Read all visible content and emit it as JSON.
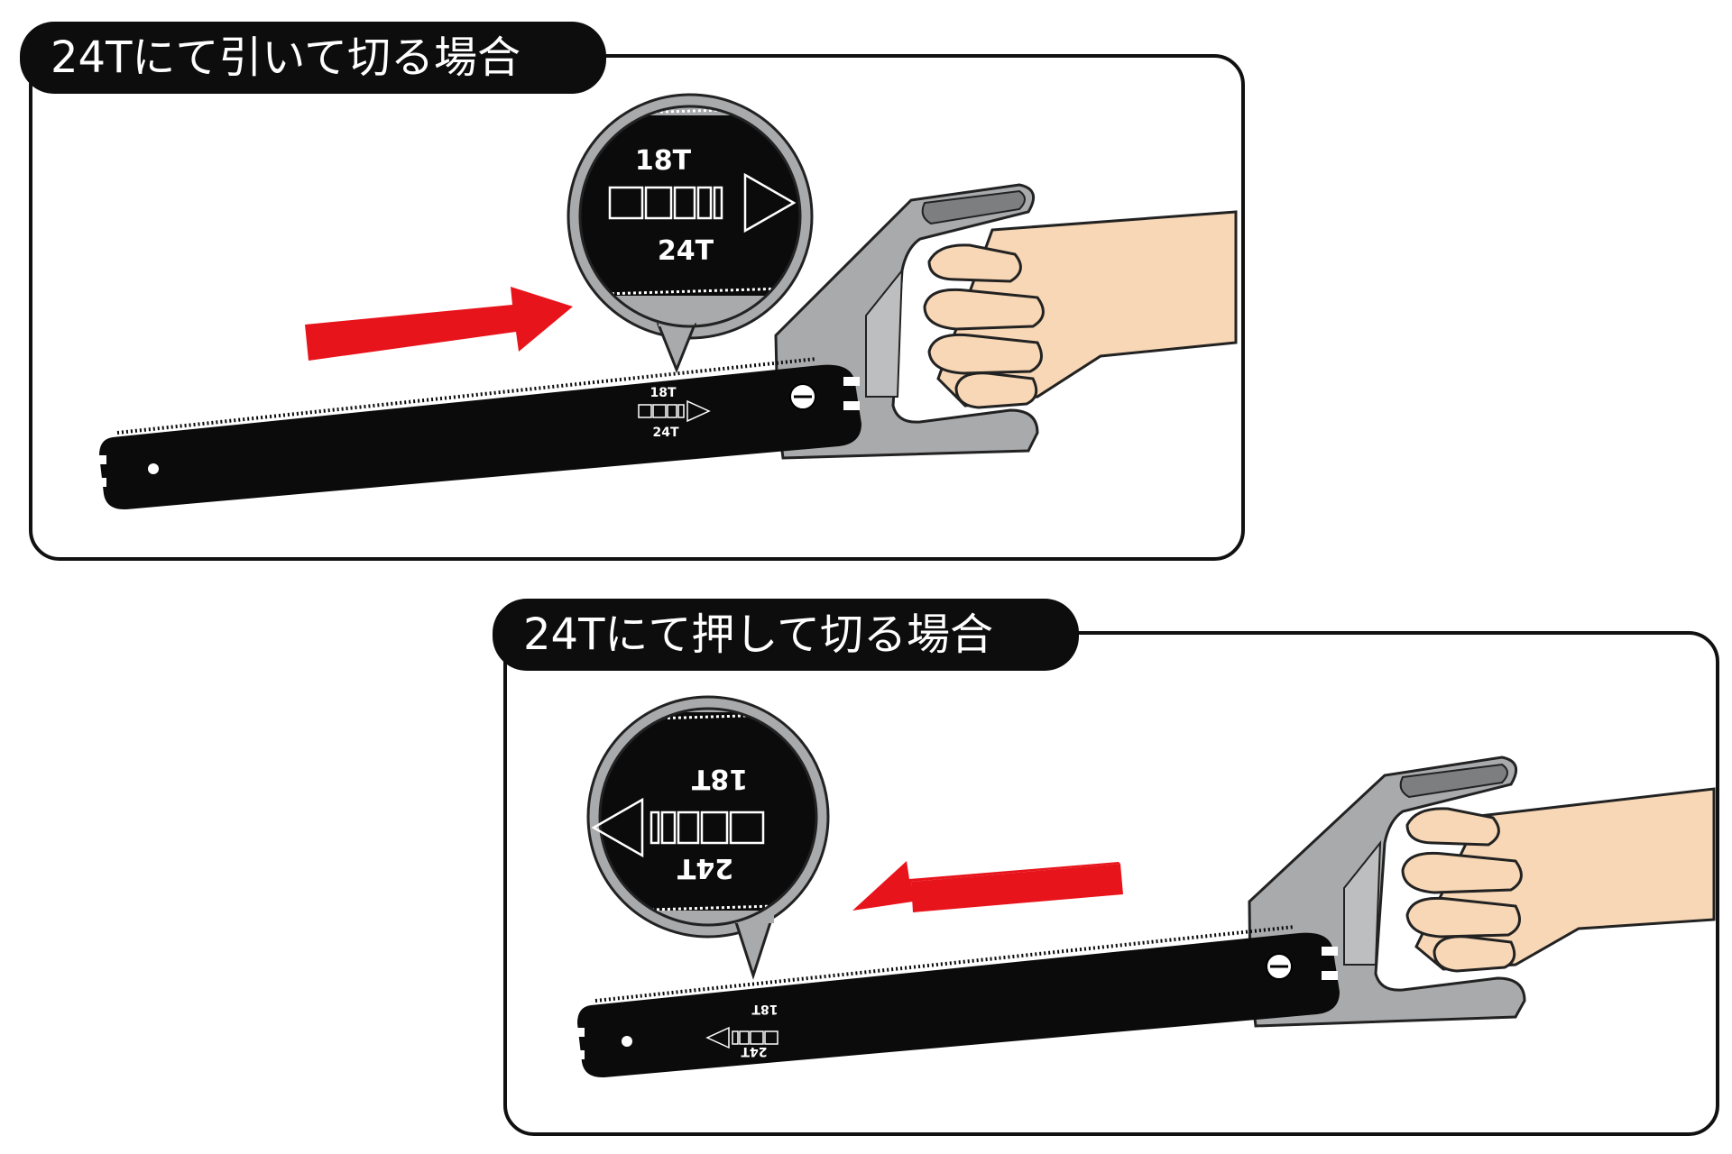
{
  "panels": [
    {
      "title": "24Tにて引いて切る場合",
      "zoom_top_label": "18T",
      "zoom_bottom_label": "24T",
      "blade_top_label": "18T",
      "blade_bottom_label": "24T"
    },
    {
      "title": "24Tにて押して切る場合",
      "zoom_top_label": "18T",
      "zoom_bottom_label": "24T",
      "blade_top_label": "18T",
      "blade_bottom_label": "24T"
    }
  ],
  "colors": {
    "arrow": "#e8141c",
    "blade": "#0b0b0b",
    "frame": "#a9aaac",
    "skin": "#f7d7b5"
  }
}
